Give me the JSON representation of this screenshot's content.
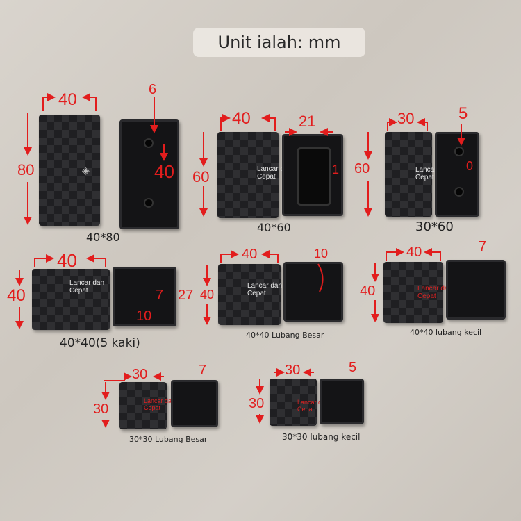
{
  "banner": "Unit ialah: mm",
  "watermark": "Lancar dan Cepat",
  "products": [
    {
      "label": "40*80",
      "dims": [
        "40",
        "80",
        "6",
        "40"
      ]
    },
    {
      "label": "40*60",
      "dims": [
        "40",
        "60",
        "21",
        "1"
      ]
    },
    {
      "label": "30*60",
      "dims": [
        "30",
        "60",
        "5",
        "0"
      ]
    },
    {
      "label": "40*40(5 kaki)",
      "dims": [
        "40",
        "40",
        "7",
        "27",
        "10"
      ]
    },
    {
      "label": "40*40 Lubang Besar",
      "dims": [
        "40",
        "40",
        "10"
      ]
    },
    {
      "label": "40*40 lubang kecil",
      "dims": [
        "40",
        "40",
        "7"
      ]
    },
    {
      "label": "30*30 Lubang Besar",
      "dims": [
        "30",
        "30",
        "7"
      ]
    },
    {
      "label": "30*30 lubang kecil",
      "dims": [
        "30",
        "30",
        "5"
      ]
    }
  ],
  "colors": {
    "dimension": "#e21d1d",
    "piece": "#1c1c1e"
  }
}
